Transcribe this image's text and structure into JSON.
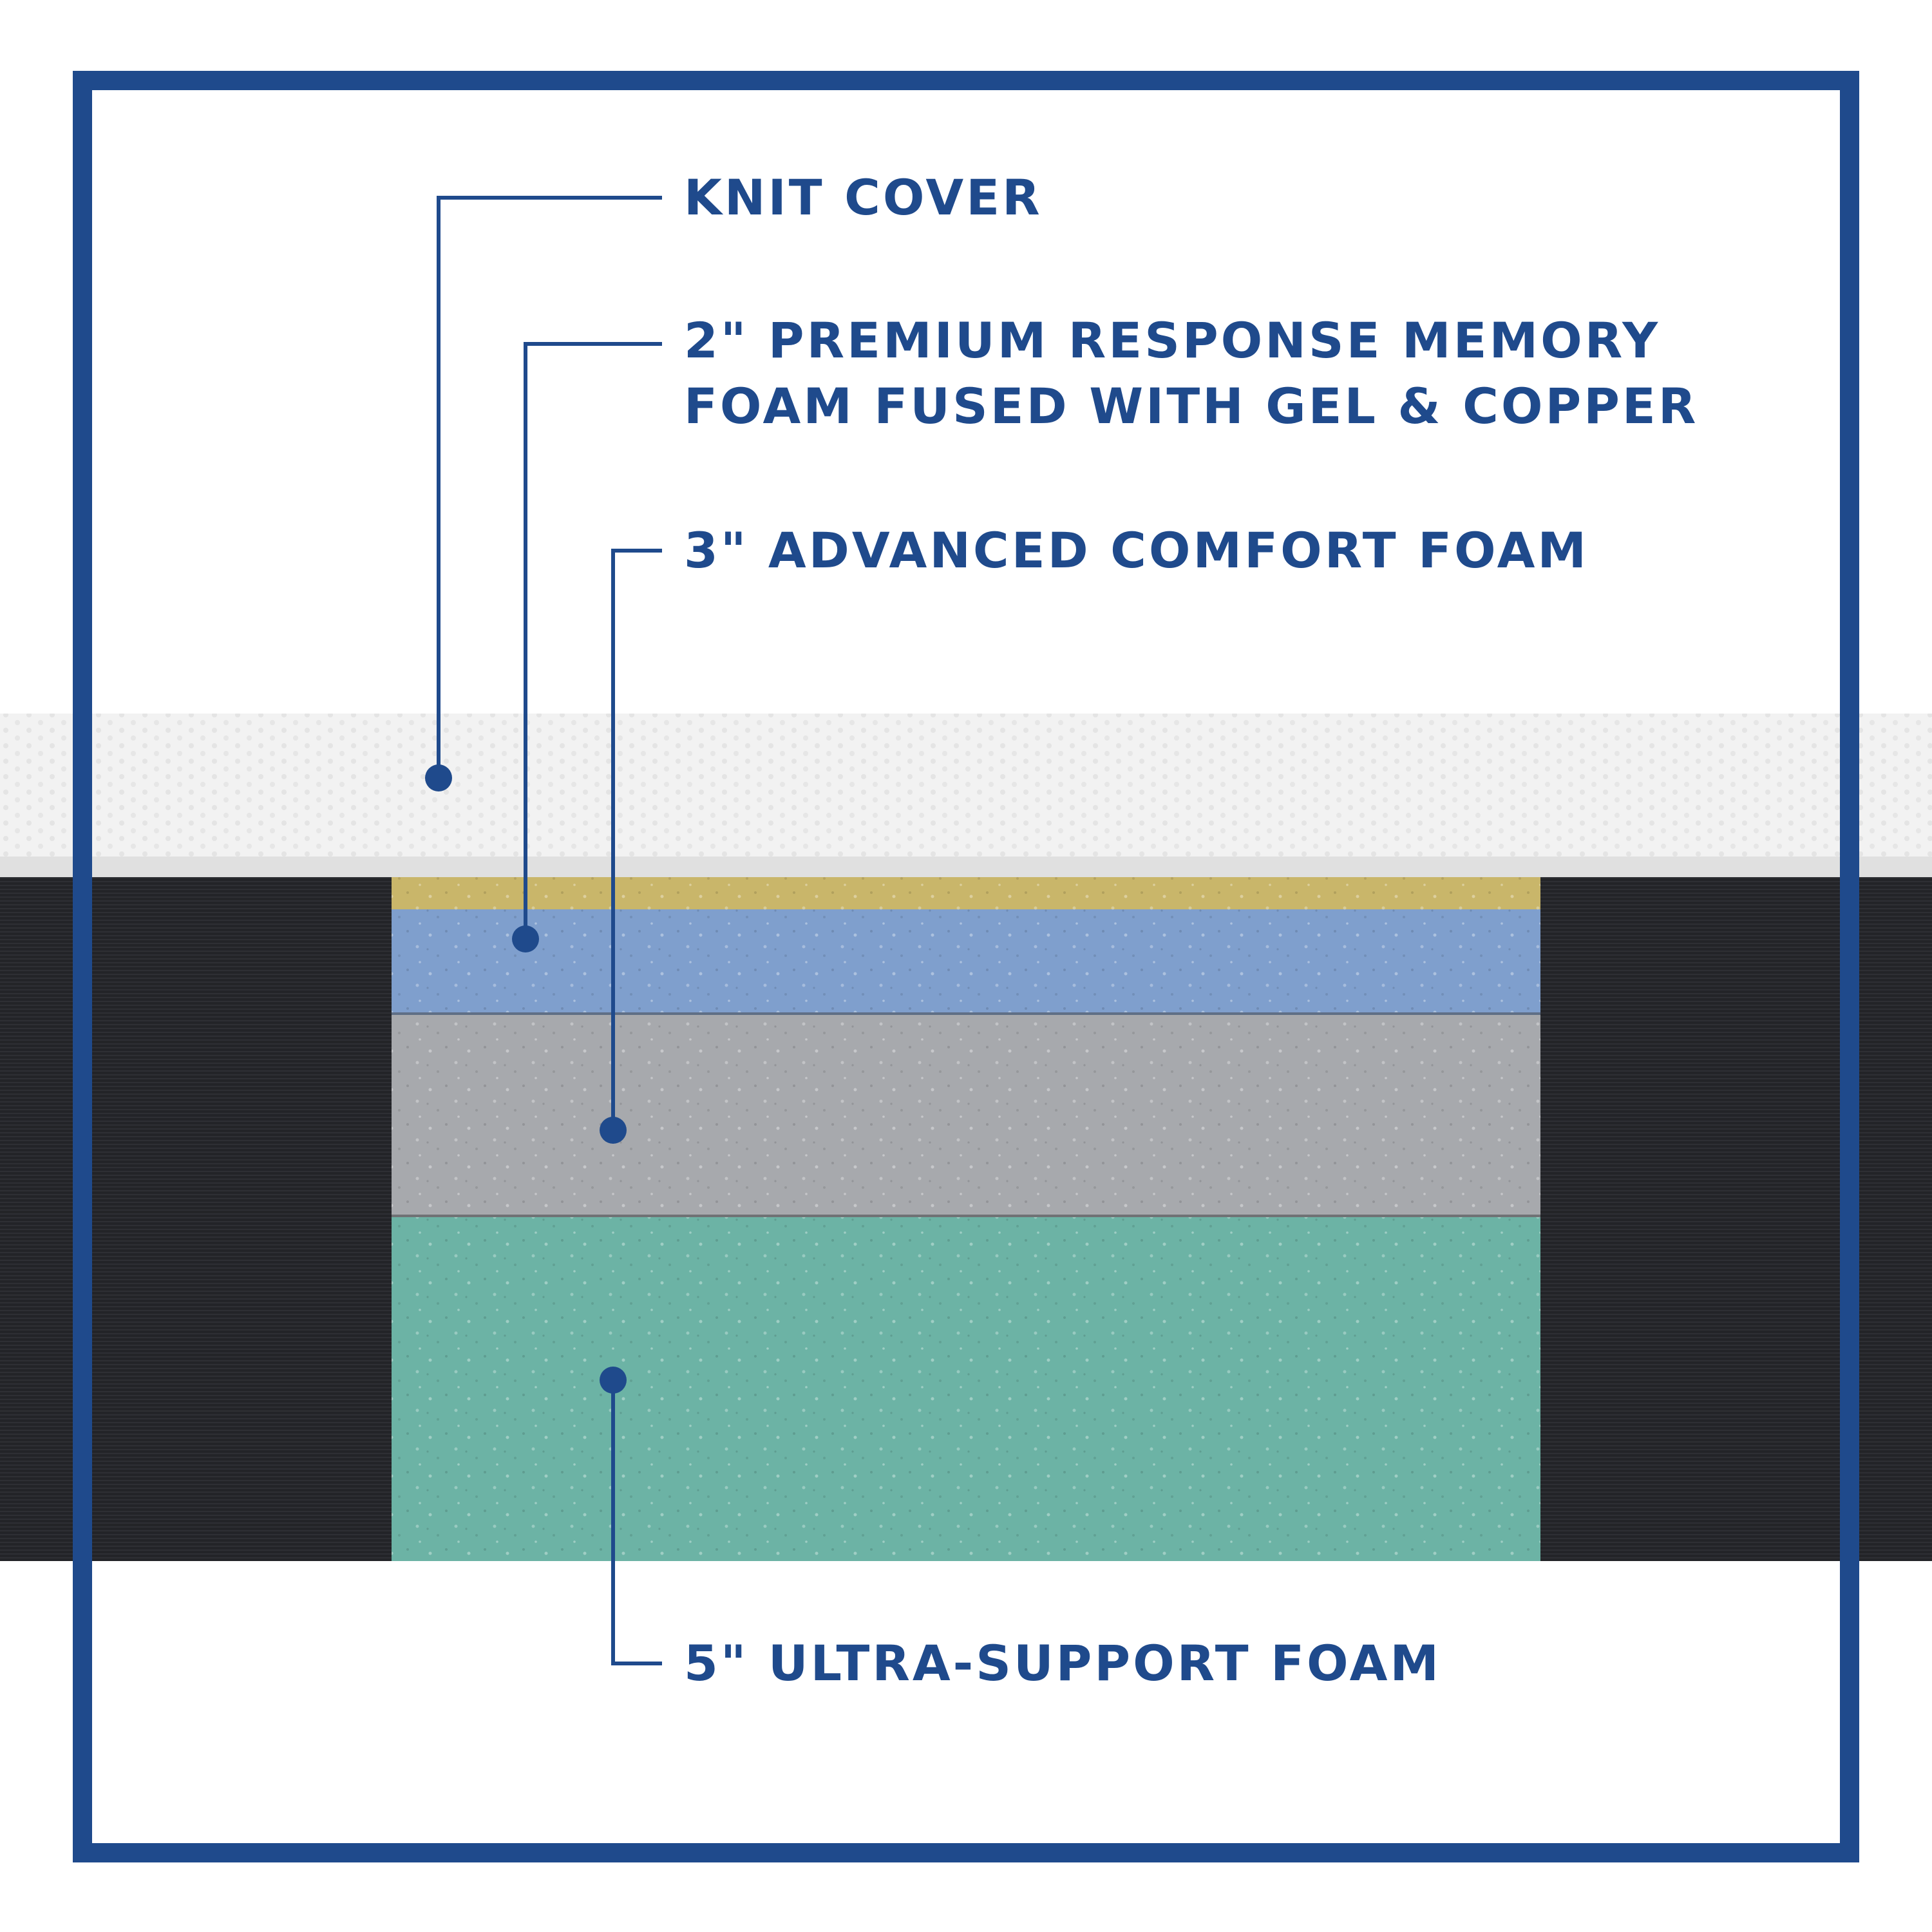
{
  "colors": {
    "frame": "#1f4a8c",
    "callout": "#1f4a8c",
    "cover": "#f3f3f3",
    "side_fabric": "#26272b",
    "gel_layer": "#c9b66a",
    "memory_foam": "#7f9fcd",
    "comfort_foam": "#a7a9ad",
    "support_foam": "#6cb3a5"
  },
  "callouts": [
    {
      "id": "knit-cover",
      "lines": [
        "KNIT COVER"
      ]
    },
    {
      "id": "memory-foam",
      "lines": [
        "2\" PREMIUM RESPONSE MEMORY",
        "FOAM FUSED WITH GEL & COPPER"
      ]
    },
    {
      "id": "comfort-foam",
      "lines": [
        "3\" ADVANCED COMFORT FOAM"
      ]
    },
    {
      "id": "support-foam",
      "lines": [
        "5\" ULTRA-SUPPORT FOAM"
      ]
    }
  ]
}
